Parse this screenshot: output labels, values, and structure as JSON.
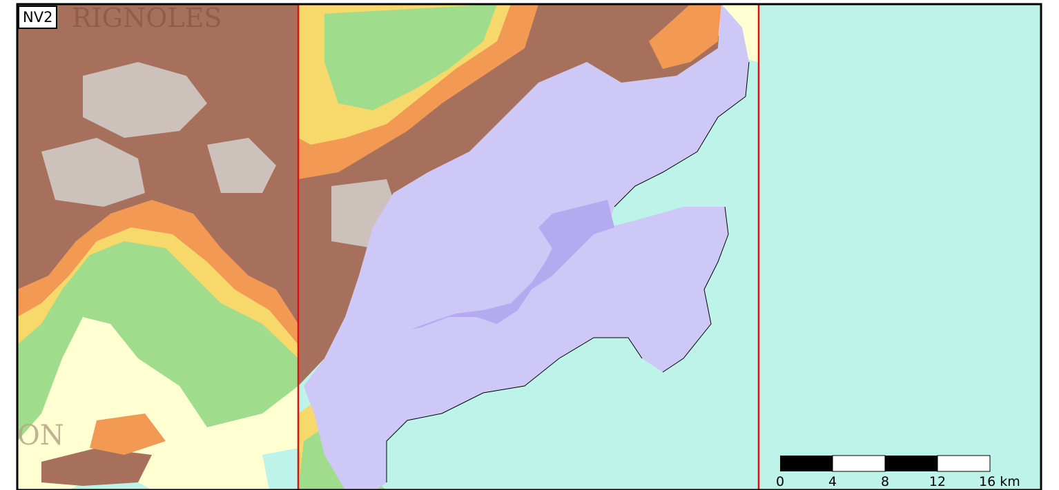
{
  "map": {
    "tile_label": "NV2",
    "place_labels": {
      "top": "RIGNOLES",
      "bottom_left": "ON"
    },
    "scale_bar": {
      "ticks": [
        "0",
        "4",
        "8",
        "12"
      ],
      "last_tick": "16 km",
      "segments": 4,
      "max_value": 16,
      "unit": "km"
    },
    "colors": {
      "sea": "#bdf3e8",
      "flooded_land": "#cec8f6",
      "lagoon": "#b3aaf0",
      "lowland": "#ffffd2",
      "green": "#9fdc8c",
      "yellow": "#f7d86a",
      "orange": "#f29a54",
      "brown": "#a6705c",
      "highland": "#cdc1bb",
      "frame": "#000000",
      "zone_line": "#dd1111"
    }
  }
}
